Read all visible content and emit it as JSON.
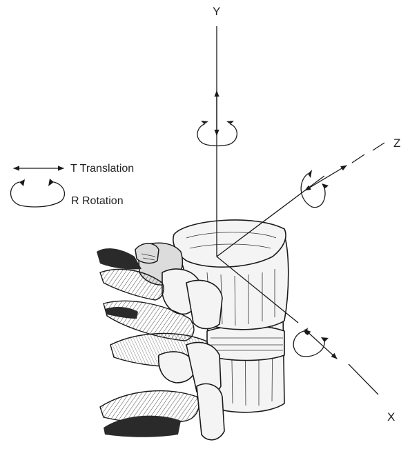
{
  "figure": {
    "axis_labels": {
      "y": "Y",
      "z": "Z",
      "x": "X"
    },
    "legend": {
      "translation_label": "T Translation",
      "rotation_label": "R Rotation"
    },
    "colors": {
      "ink": "#1a1a1a",
      "background": "#ffffff"
    }
  }
}
